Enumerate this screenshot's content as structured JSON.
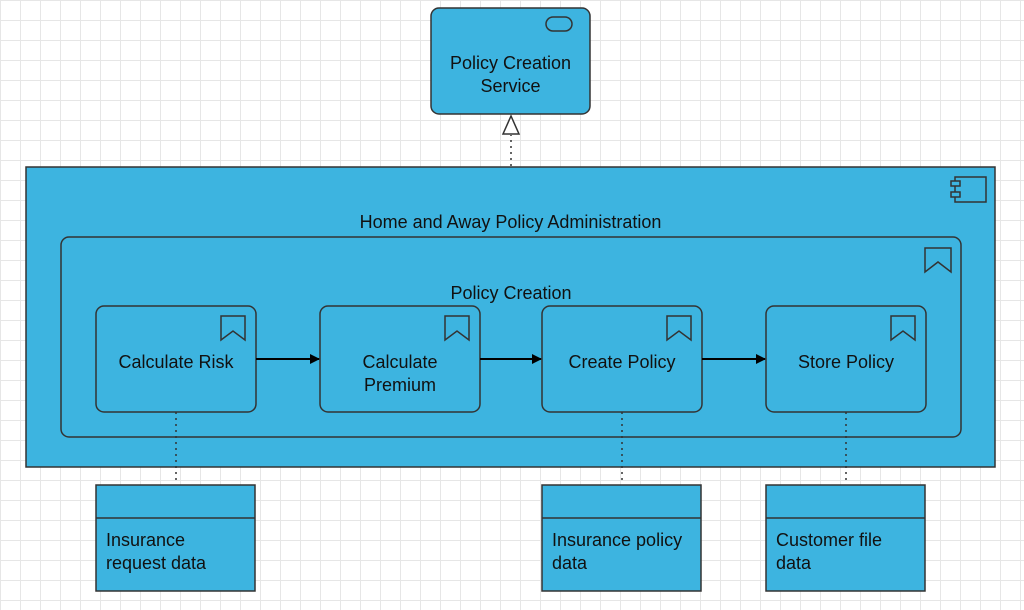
{
  "diagram": {
    "service": {
      "label_line1": "Policy Creation",
      "label_line2": "Service"
    },
    "component": {
      "label": "Home and Away Policy Administration"
    },
    "process_group": {
      "label": "Policy Creation"
    },
    "processes": [
      {
        "label_line1": "Calculate Risk",
        "label_line2": ""
      },
      {
        "label_line1": "Calculate",
        "label_line2": "Premium"
      },
      {
        "label_line1": "Create Policy",
        "label_line2": ""
      },
      {
        "label_line1": "Store Policy",
        "label_line2": ""
      }
    ],
    "data_objects": [
      {
        "label_line1": "Insurance",
        "label_line2": "request data"
      },
      {
        "label_line1": "Insurance policy",
        "label_line2": "data"
      },
      {
        "label_line1": "Customer file",
        "label_line2": "data"
      }
    ],
    "colors": {
      "fill": "#3db4e0",
      "stroke": "#333333",
      "grid": "#e6e6e6"
    }
  }
}
